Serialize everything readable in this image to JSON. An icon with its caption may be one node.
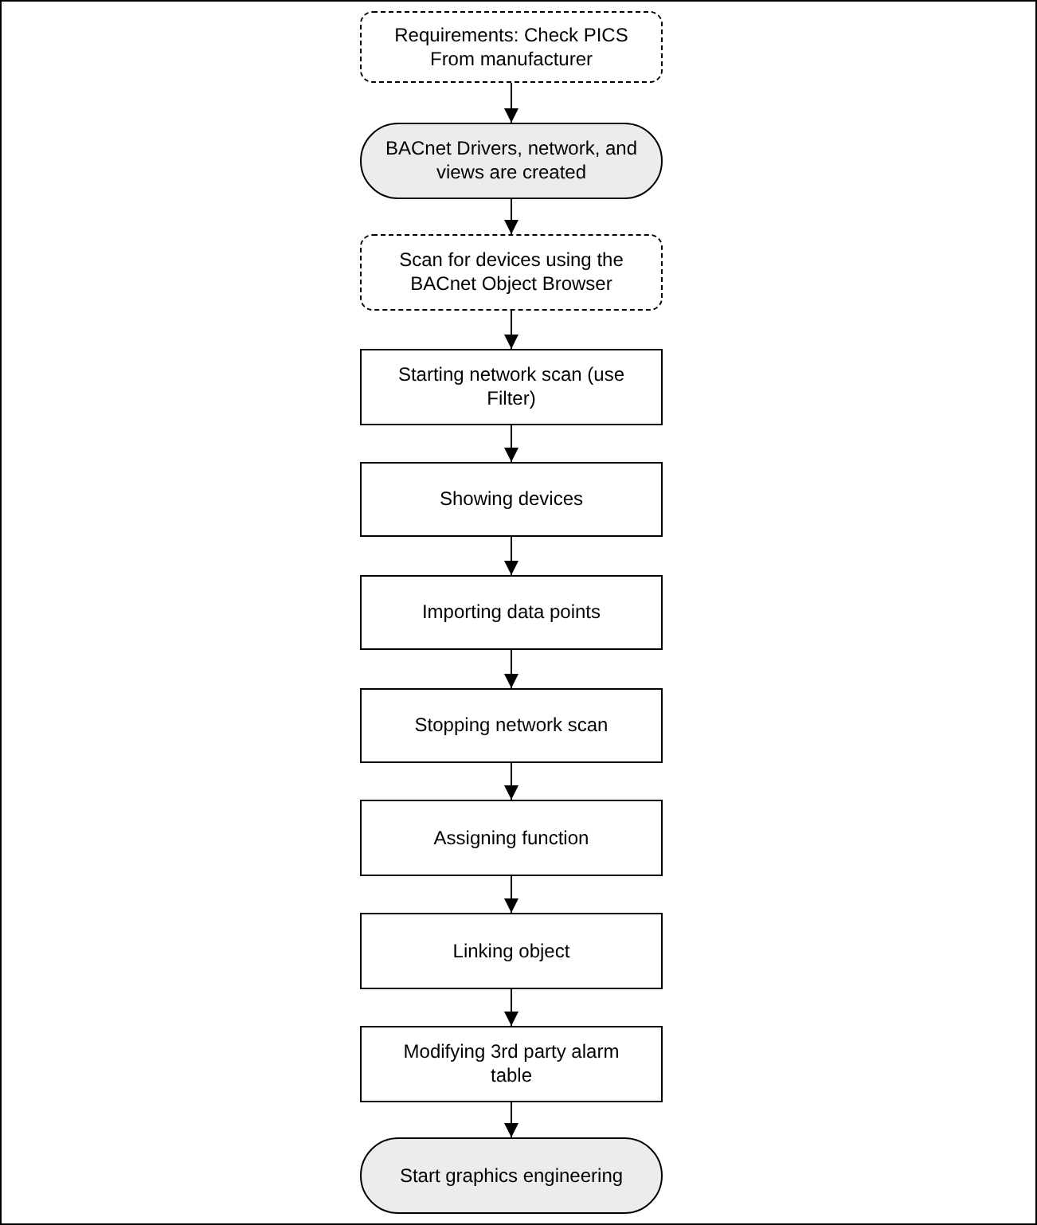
{
  "diagram": {
    "nodes": [
      {
        "text": [
          "Requirements: Check PICS From manufacturer"
        ]
      },
      {
        "text": [
          "BACnet Drivers, network, and views are created"
        ]
      },
      {
        "text": [
          "Scan for devices using the BACnet Object Browser"
        ]
      },
      {
        "text": [
          "Starting network scan (use Filter)"
        ]
      },
      {
        "text": [
          "Showing devices"
        ]
      },
      {
        "text": [
          "Importing data points"
        ]
      },
      {
        "text": [
          "Stopping network scan"
        ]
      },
      {
        "text": [
          "Assigning function"
        ]
      },
      {
        "text": [
          "Linking object"
        ]
      },
      {
        "text": [
          "Modifying 3rd party alarm table"
        ]
      },
      {
        "text": [
          "Start graphics engineering"
        ]
      }
    ],
    "edges": [
      {
        "from": 0,
        "to": 1,
        "arrow": "to"
      },
      {
        "from": 1,
        "to": 2,
        "arrow": "to"
      },
      {
        "from": 2,
        "to": 3,
        "arrow": "to"
      },
      {
        "from": 3,
        "to": 4,
        "arrow": "to"
      },
      {
        "from": 4,
        "to": 5,
        "arrow": "to"
      },
      {
        "from": 5,
        "to": 6,
        "arrow": "to"
      },
      {
        "from": 6,
        "to": 7,
        "arrow": "to"
      },
      {
        "from": 7,
        "to": 8,
        "arrow": "to"
      },
      {
        "from": 8,
        "to": 9,
        "arrow": "to"
      },
      {
        "from": 9,
        "to": 10,
        "arrow": "to"
      }
    ]
  }
}
